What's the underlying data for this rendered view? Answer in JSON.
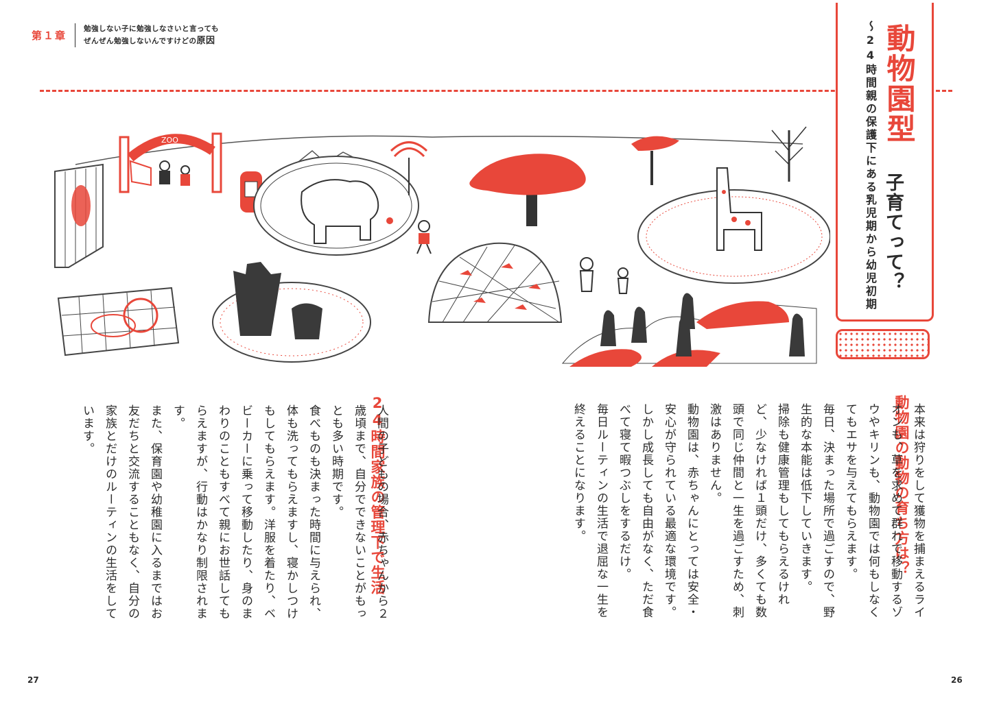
{
  "header": {
    "chapter": "第１章",
    "line1": "勉強しない子に勉強しなさいと言っても",
    "line2_prefix": "ぜんぜん勉強しないんですけどの",
    "line2_suffix": "原因"
  },
  "title": {
    "main": "動物園型",
    "sub": "子育てって？",
    "tagline": "〜24時間親の保護下にある乳児期から幼児初期"
  },
  "illustration": {
    "gate_sign": "ZOO"
  },
  "section1": {
    "heading": "動物園の動物の育ち方は？",
    "paragraphs": [
      "本来は狩りをして獲物を捕まえるライオンも、草を求めて群れで移動するゾウやキリンも、動物園では何もしなくてもエサを与えてもらえます。",
      "毎日、決まった場所で過ごすので、野生的な本能は低下していきます。",
      "掃除も健康管理もしてもらえるけれど、少なければ１頭だけ、多くても数頭で同じ仲間と一生を過ごすため、刺激はありません。",
      "動物園は、赤ちゃんにとっては安全・安心が守られている最適な環境です。",
      "しかし成長しても自由がなく、ただ食べて寝て暇つぶしをするだけ。",
      "毎日ルーティンの生活で退屈な一生を終えることになります。"
    ]
  },
  "section2": {
    "heading": "24時間家族の管理下で生活",
    "paragraphs": [
      "人間の子どもの場合、赤ちゃんから２歳頃まで、自分でできないことがもっとも多い時期です。",
      "食べものも決まった時間に与えられ、体も洗ってもらえますし、寝かしつけもしてもらえます。洋服を着たり、ベビーカーに乗って移動したり、身のまわりのこともすべて親にお世話してもらえますが、行動はかなり制限されます。",
      "また、保育園や幼稚園に入るまではお友だちと交流することもなく、自分の家族とだけのルーティンの生活をしています。"
    ]
  },
  "page_numbers": {
    "left": "27",
    "right": "26"
  }
}
